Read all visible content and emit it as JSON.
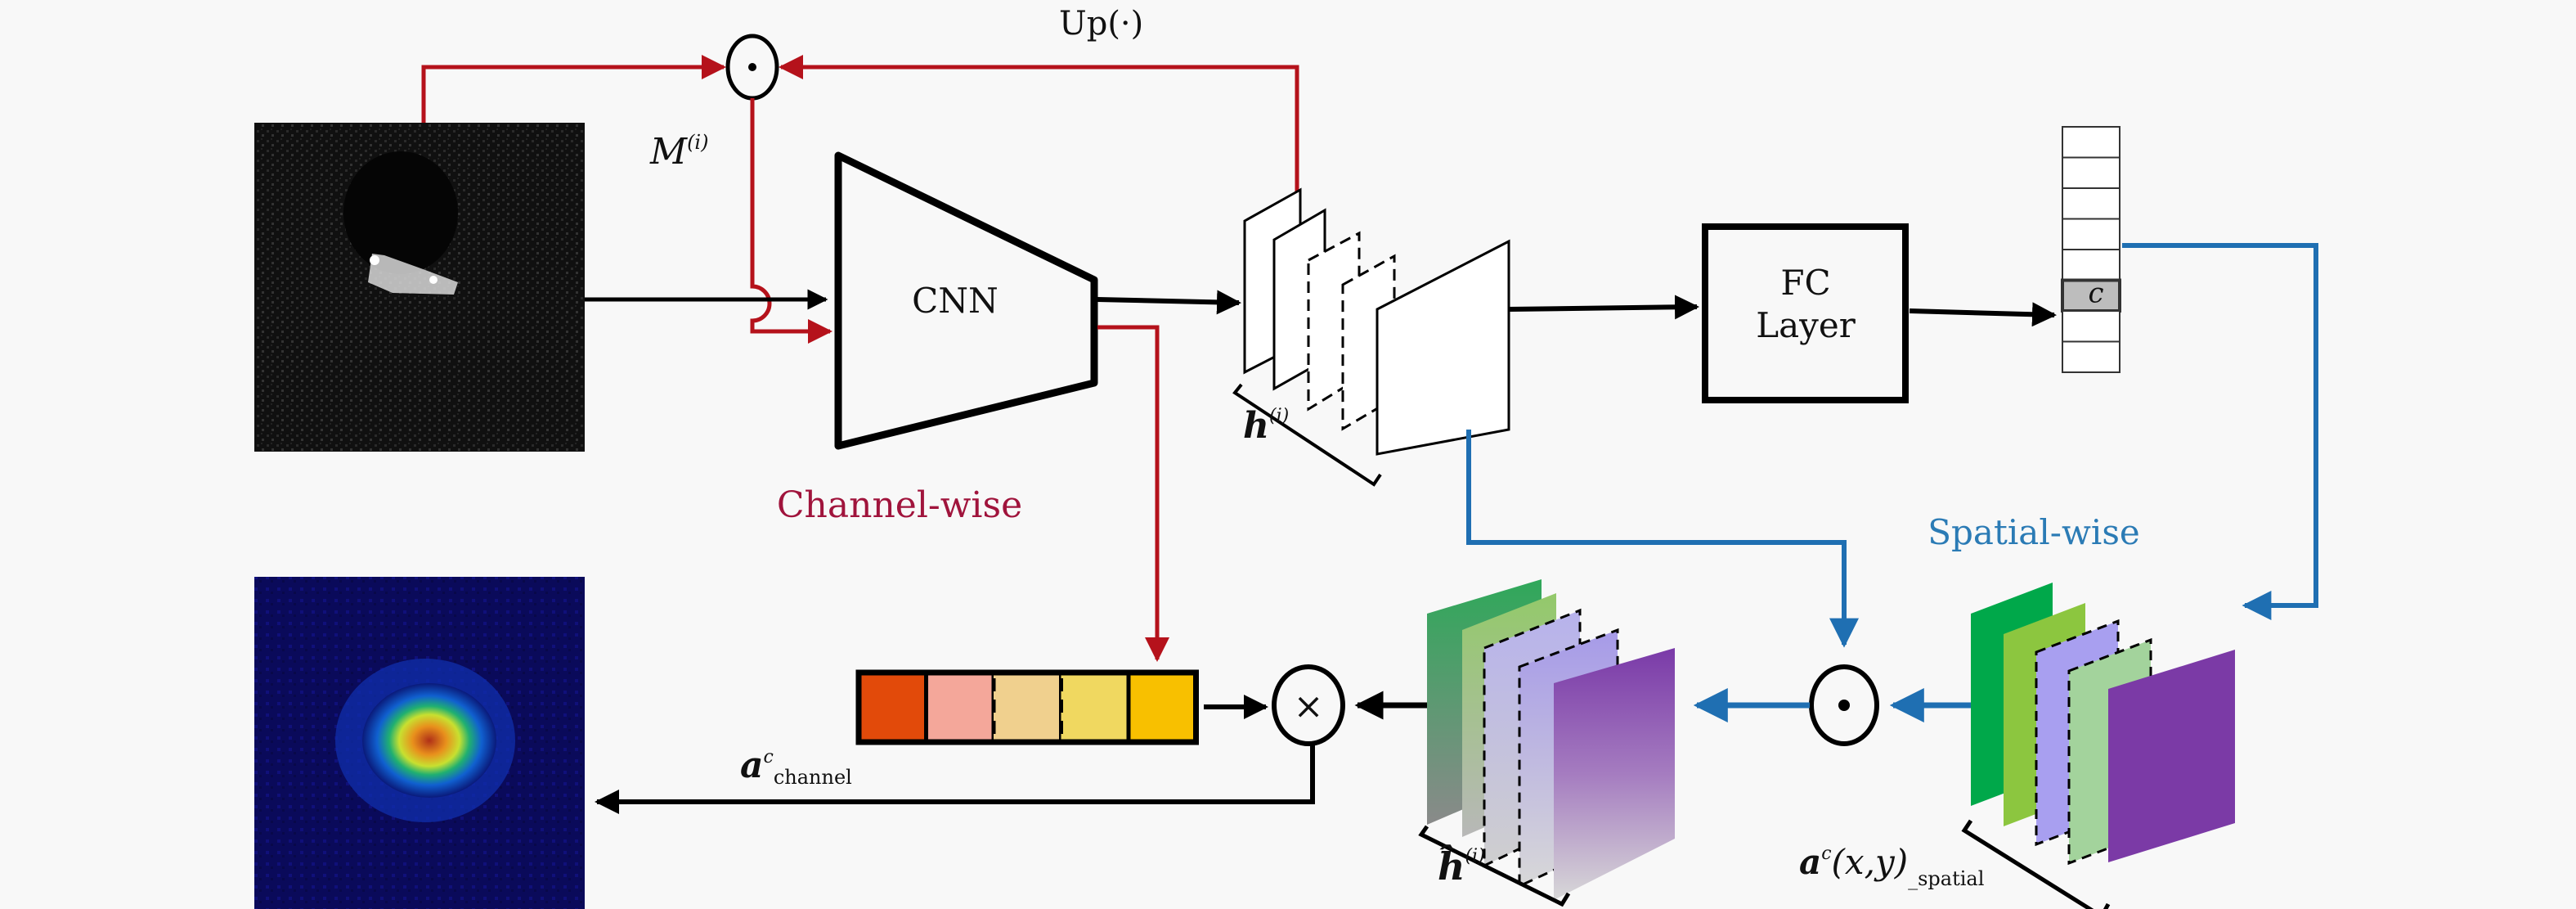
{
  "diagram": {
    "title": "Channel-wise and spatial-wise attention architecture",
    "labels": {
      "upsample": "Up(·)",
      "mask": "M",
      "mask_sup": "(i)",
      "cnn": "CNN",
      "fc_line1": "FC",
      "fc_line2": "Layer",
      "class_cell": "c",
      "feature_maps": "h",
      "feature_maps_sup": "(i)",
      "refined_maps": "ĥ",
      "refined_maps_sup": "(i)",
      "channel_wise": "Channel-wise",
      "spatial_wise": "Spatial-wise",
      "channel_attention": "a",
      "channel_attention_sup": "c",
      "channel_attention_sub": "channel",
      "spatial_attention": "a",
      "spatial_attention_sup": "c",
      "spatial_attention_args": "(x,y)",
      "spatial_attention_sub": "_spatial",
      "hadamard_symbol": "⊙",
      "multiply_symbol": "×"
    },
    "colors": {
      "channel_branch": "#b5121b",
      "spatial_branch": "#1f6fb2",
      "main_flow": "#000000",
      "channel_wise_text": "#a0143c",
      "spatial_wise_text": "#2b7bb5",
      "class_cell_fill": "#bdbdbd"
    },
    "channel_vector": {
      "cells": [
        {
          "color": "#e24a0a",
          "dashed": false
        },
        {
          "color": "#f4a79a",
          "dashed": false
        },
        {
          "color": "#f0d08e",
          "dashed": true
        },
        {
          "color": "#f0d860",
          "dashed": true
        },
        {
          "color": "#f8c000",
          "dashed": false
        }
      ]
    },
    "output_vector": {
      "cells": 8,
      "highlighted_index": 5
    },
    "spatial_maps": [
      "#00a84a",
      "#8cc63f",
      "#a89ff0",
      "#a3d39c",
      "#7b3aa6"
    ],
    "refined_maps_colors": [
      "#2fa85a",
      "#93c96a",
      "#b7b2ec",
      "#a69ae8",
      "#8a52b8"
    ],
    "images": {
      "input": "grayscale SAR-like input image",
      "output": "jet colormap attention heatmap"
    }
  }
}
